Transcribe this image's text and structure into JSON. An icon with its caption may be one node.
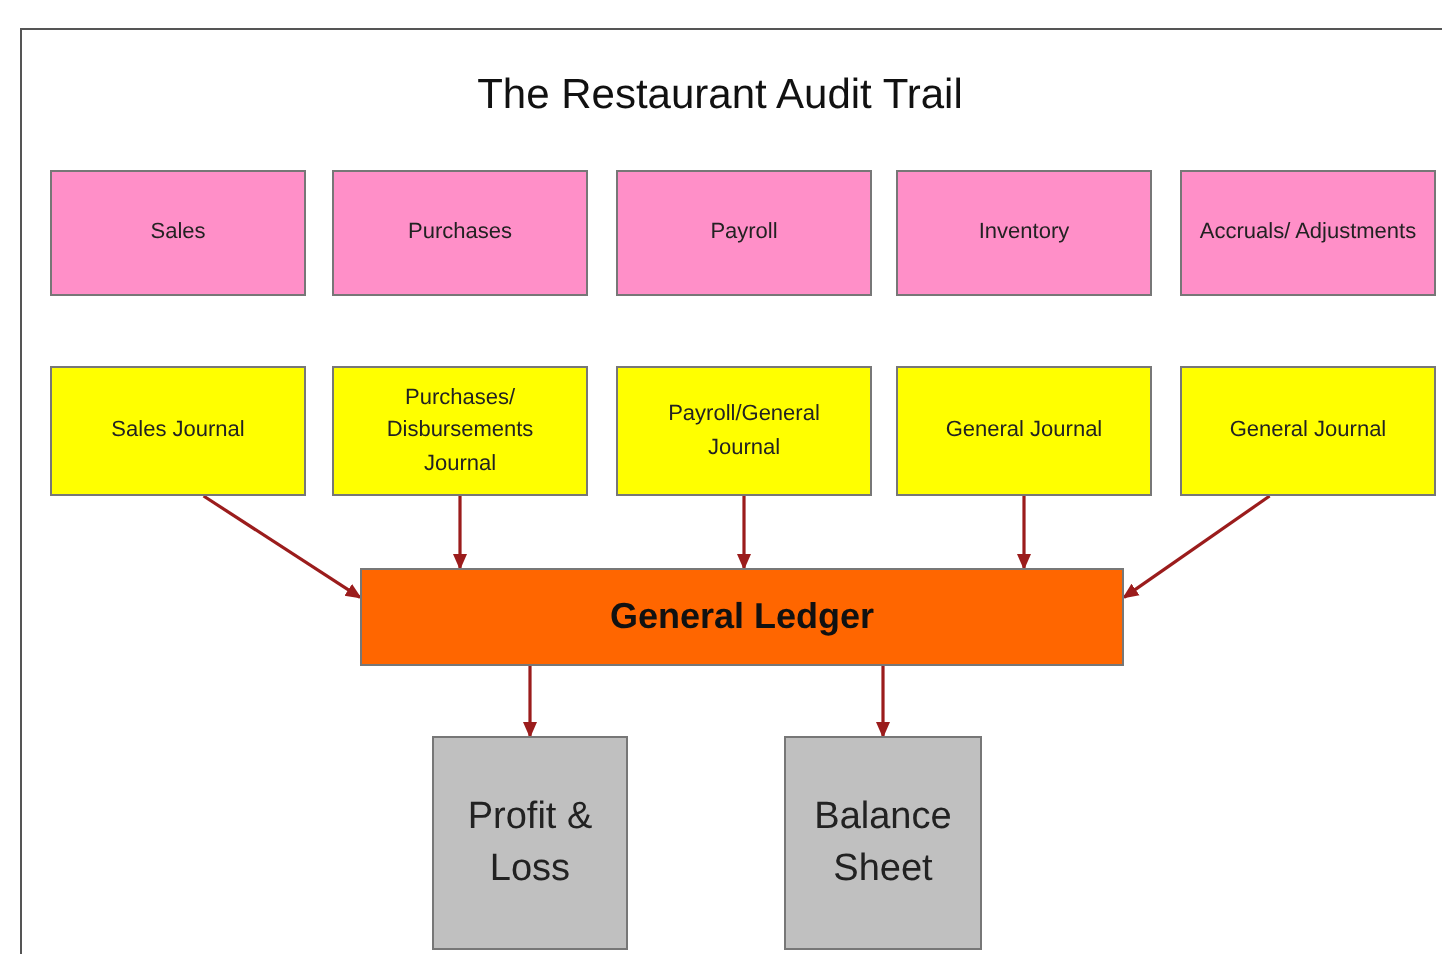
{
  "diagram": {
    "title": "The Restaurant Audit Trail",
    "nodes": [
      {
        "text": [
          "Sales"
        ]
      },
      {
        "text": [
          "Purchases"
        ]
      },
      {
        "text": [
          "Payroll"
        ]
      },
      {
        "text": [
          "Inventory"
        ]
      },
      {
        "text": [
          "Accruals/ Adjustments"
        ]
      },
      {
        "text": [
          "Sales Journal"
        ]
      },
      {
        "text": [
          "Purchases/ Disbursements Journal"
        ]
      },
      {
        "text": [
          "Payroll/General Journal"
        ]
      },
      {
        "text": [
          "General Journal"
        ]
      },
      {
        "text": [
          "General Journal"
        ]
      },
      {
        "text": [
          "General Ledger"
        ]
      },
      {
        "text": [
          "Profit & Loss"
        ]
      },
      {
        "text": [
          "Balance Sheet"
        ]
      }
    ],
    "edges": [
      {
        "from": 5,
        "to": 10,
        "arrow": "to"
      },
      {
        "from": 6,
        "to": 10,
        "arrow": "to"
      },
      {
        "from": 7,
        "to": 10,
        "arrow": "to"
      },
      {
        "from": 8,
        "to": 10,
        "arrow": "to"
      },
      {
        "from": 9,
        "to": 10,
        "arrow": "to"
      },
      {
        "from": 10,
        "to": 11,
        "arrow": "to"
      },
      {
        "from": 10,
        "to": 12,
        "arrow": "to"
      }
    ]
  }
}
